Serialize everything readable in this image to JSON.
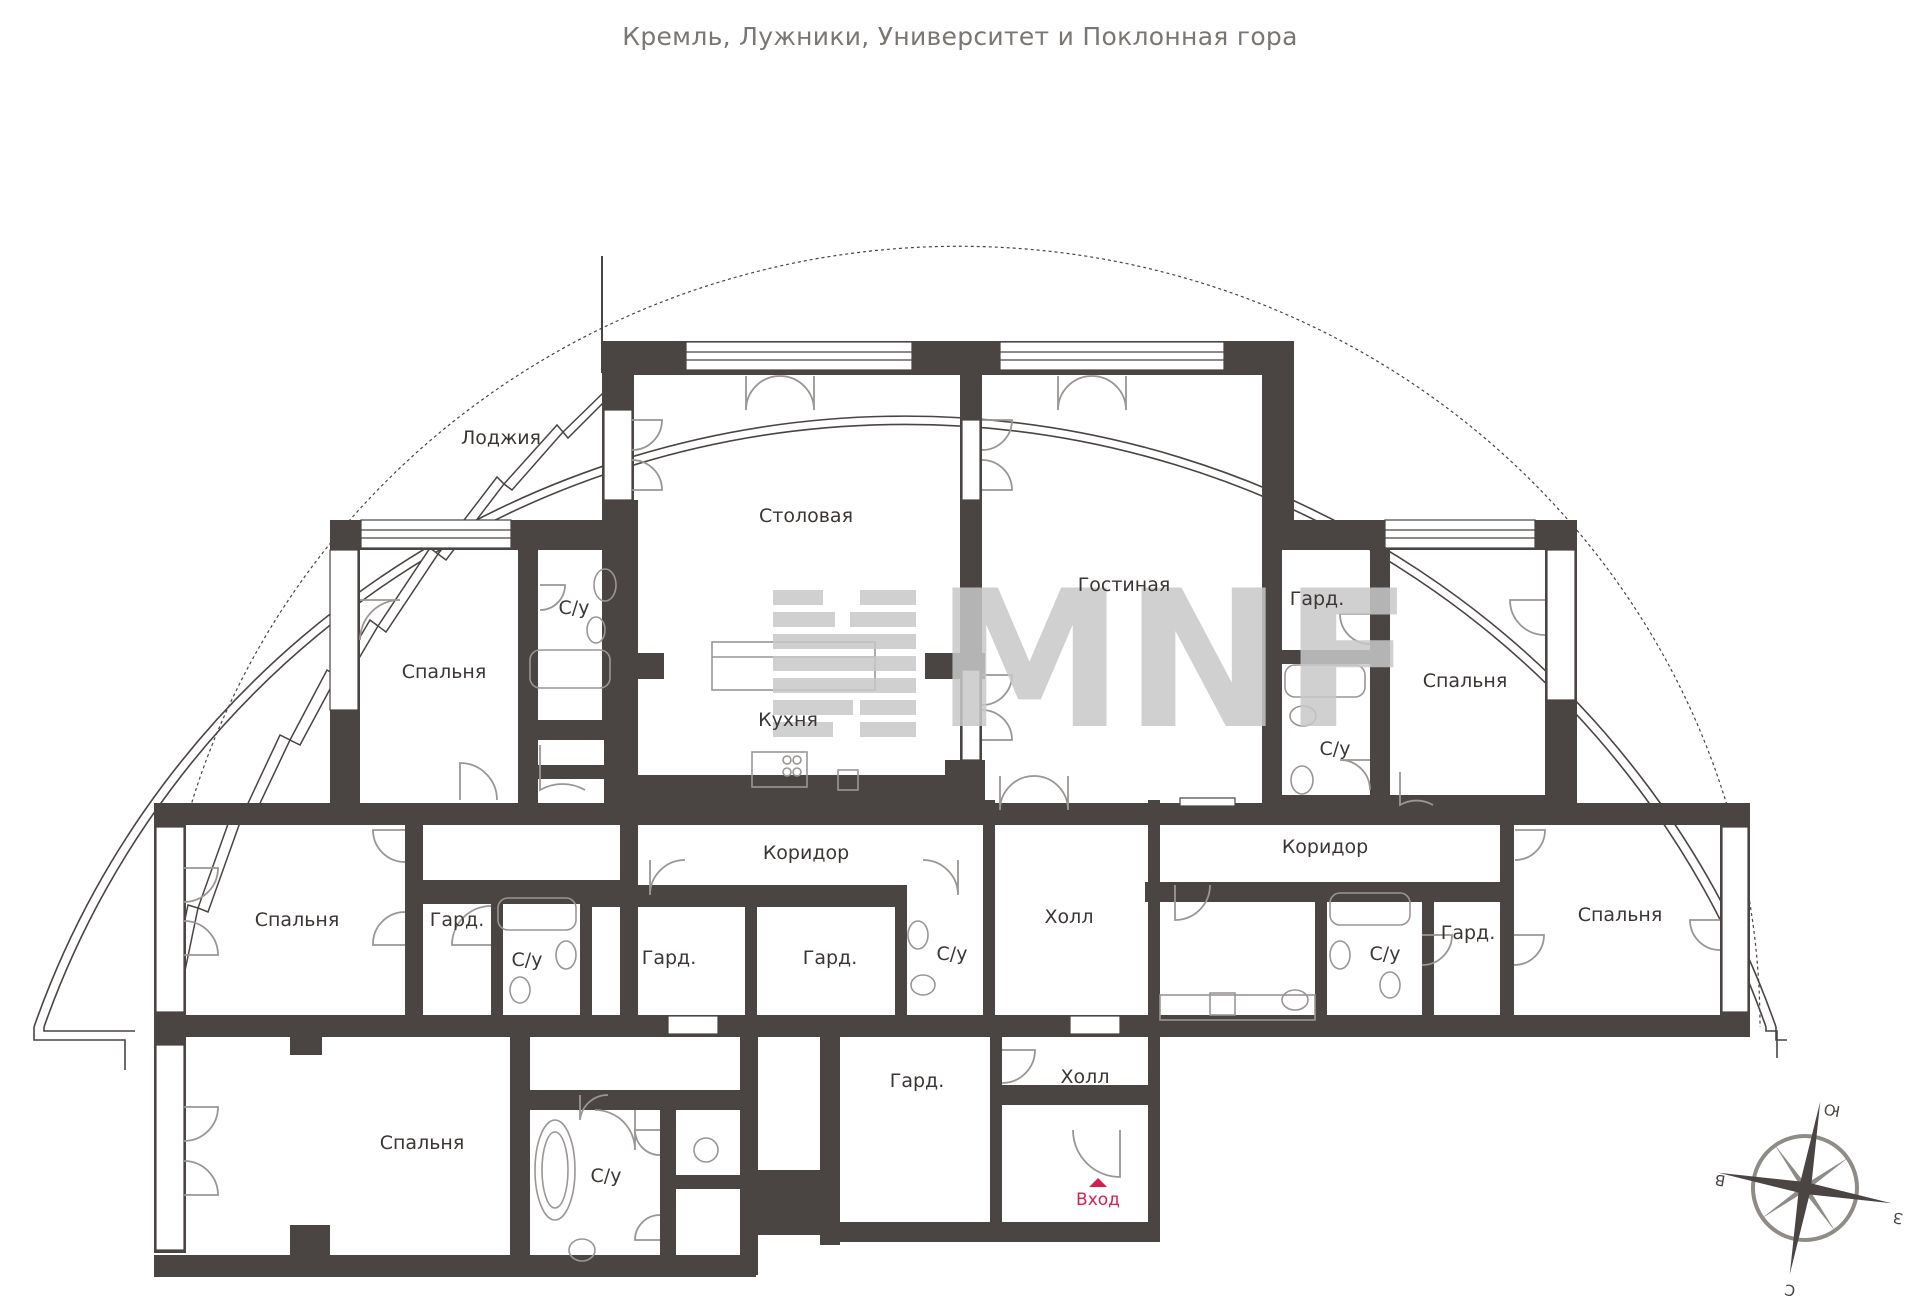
{
  "header": {
    "title": "Кремль, Лужники, Университет и Поклонная гора"
  },
  "colors": {
    "wall": "#4a4442",
    "fixture": "#9a9694",
    "entry": "#d61f4d",
    "watermark": "#c8c8c8",
    "text": "#3b3634"
  },
  "logo": {
    "text": "MNF"
  },
  "rooms": [
    {
      "id": "loggia",
      "label": "Лоджия"
    },
    {
      "id": "dining",
      "label": "Столовая"
    },
    {
      "id": "living",
      "label": "Гостиная"
    },
    {
      "id": "kitchen",
      "label": "Кухня"
    },
    {
      "id": "bedroom-nw",
      "label": "Спальня"
    },
    {
      "id": "bath-nw",
      "label": "С/у"
    },
    {
      "id": "wardrobe-ne",
      "label": "Гард."
    },
    {
      "id": "bedroom-ne",
      "label": "Спальня"
    },
    {
      "id": "bath-ne",
      "label": "С/у"
    },
    {
      "id": "corridor-w",
      "label": "Коридор"
    },
    {
      "id": "corridor-e",
      "label": "Коридор"
    },
    {
      "id": "bedroom-w",
      "label": "Спальня"
    },
    {
      "id": "wardrobe-w",
      "label": "Гард."
    },
    {
      "id": "bath-w",
      "label": "С/у"
    },
    {
      "id": "wardrobe-c1",
      "label": "Гард."
    },
    {
      "id": "wardrobe-c2",
      "label": "Гард."
    },
    {
      "id": "bath-c",
      "label": "С/у"
    },
    {
      "id": "hall",
      "label": "Холл"
    },
    {
      "id": "bath-e",
      "label": "С/у"
    },
    {
      "id": "wardrobe-e",
      "label": "Гард."
    },
    {
      "id": "bedroom-e",
      "label": "Спальня"
    },
    {
      "id": "bedroom-sw",
      "label": "Спальня"
    },
    {
      "id": "bath-sw",
      "label": "С/у"
    },
    {
      "id": "wardrobe-s",
      "label": "Гард."
    },
    {
      "id": "hall-entry",
      "label": "Холл"
    }
  ],
  "entrance": {
    "label": "Вход"
  },
  "compass": {
    "north": "С",
    "south": "Ю",
    "east": "З",
    "west": "В",
    "rotation_deg": 190
  }
}
